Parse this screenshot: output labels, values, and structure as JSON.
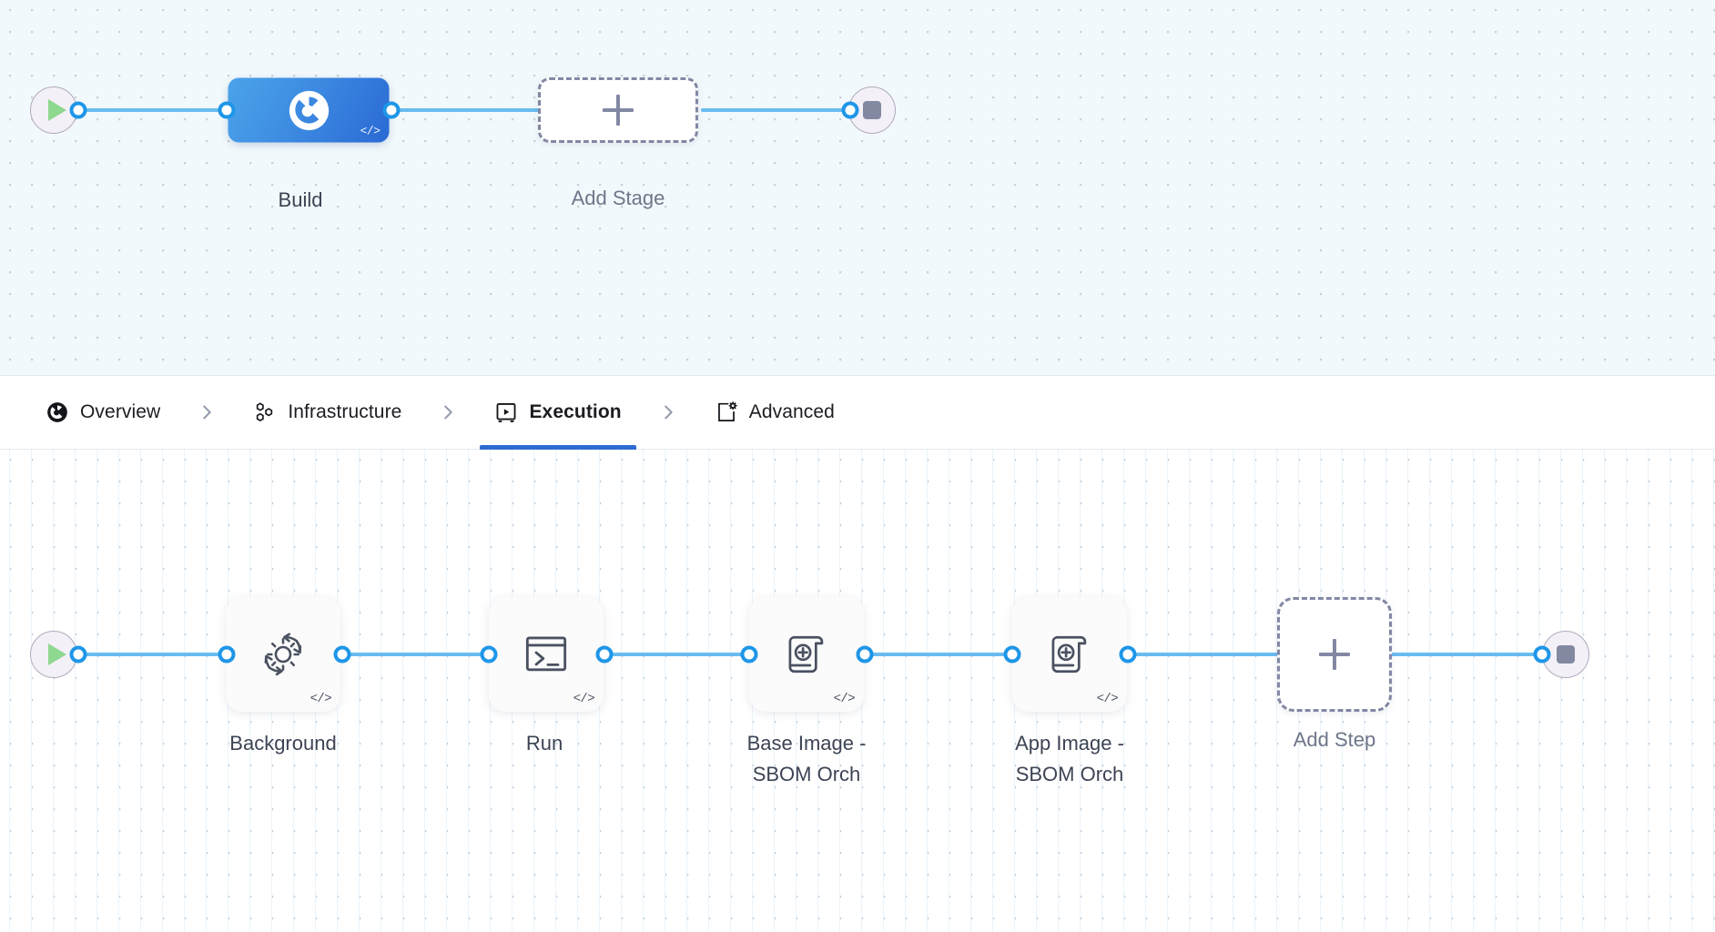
{
  "stage_row": {
    "start_node": {
      "icon": "play-icon",
      "name": "pipeline-start"
    },
    "end_node": {
      "icon": "stop-icon",
      "name": "pipeline-end"
    },
    "nodes": [
      {
        "id": "build",
        "label": "Build",
        "icon": "harness-logo-icon",
        "badge": "</>",
        "type": "stage",
        "selected": true
      },
      {
        "id": "add-stage",
        "label": "Add Stage",
        "icon": "plus-icon",
        "type": "add"
      }
    ]
  },
  "tabs": {
    "items": [
      {
        "id": "overview",
        "label": "Overview",
        "icon": "harness-logo-icon",
        "active": false
      },
      {
        "id": "infrastructure",
        "label": "Infrastructure",
        "icon": "hexagons-icon",
        "active": false
      },
      {
        "id": "execution",
        "label": "Execution",
        "icon": "play-in-box-icon",
        "active": true
      },
      {
        "id": "advanced",
        "label": "Advanced",
        "icon": "page-gear-icon",
        "active": false
      }
    ],
    "separator_icon": "chevron-right-icon",
    "active_color": "#2c6bd1"
  },
  "step_row": {
    "start_node": {
      "icon": "play-icon",
      "name": "execution-start"
    },
    "end_node": {
      "icon": "stop-icon",
      "name": "execution-end"
    },
    "steps": [
      {
        "id": "background",
        "label": "Background",
        "icon": "gear-refresh-icon",
        "badge": "</>"
      },
      {
        "id": "run",
        "label": "Run",
        "icon": "terminal-icon",
        "badge": "</>"
      },
      {
        "id": "base-image-sbom",
        "label": "Base Image -\nSBOM Orch",
        "icon": "scroll-plus-icon",
        "badge": "</>"
      },
      {
        "id": "app-image-sbom",
        "label": "App Image -\nSBOM Orch",
        "icon": "scroll-plus-icon",
        "badge": "</>"
      },
      {
        "id": "add-step",
        "label": "Add Step",
        "icon": "plus-icon",
        "type": "add"
      }
    ]
  },
  "colors": {
    "wire": "#69bcf0",
    "port_ring": "#1e96e8",
    "stage_gradient_from": "#4ba4ea",
    "stage_gradient_to": "#2a69d4",
    "dashed_border": "#8288a3",
    "caption_text": "#3c4454",
    "canvas_top_bg": "#f2f9fc",
    "canvas_bottom_bg": "#ffffff",
    "tab_active_underline": "#2c6bd1",
    "start_play": "#8fd88f",
    "end_stop": "#8289a0"
  }
}
